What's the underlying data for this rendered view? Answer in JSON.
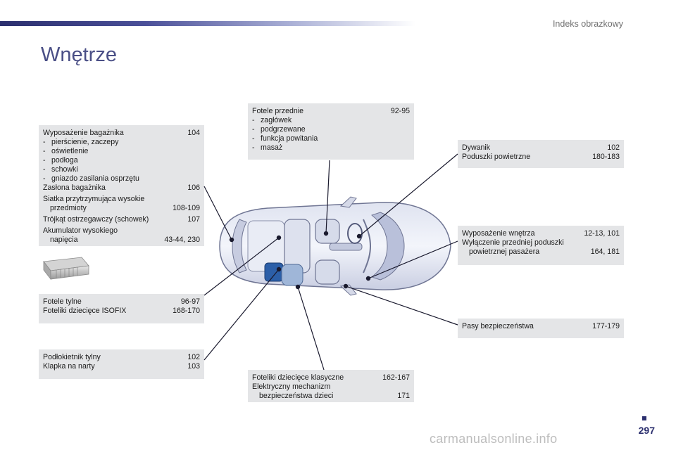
{
  "header": {
    "section_title": "Indeks obrazkowy"
  },
  "page_heading": "Wnętrze",
  "boxes": {
    "trunk": {
      "rows": [
        {
          "label": "Wyposażenie bagażnika",
          "page": "104"
        },
        {
          "label": "pierścienie, zaczepy"
        },
        {
          "label": "oświetlenie"
        },
        {
          "label": "podłoga"
        },
        {
          "label": "schowki"
        },
        {
          "label": "gniazdo zasilania osprzętu"
        },
        {
          "label": "Zasłona bagażnika",
          "page": "106"
        },
        {
          "label": "Siatka przytrzymująca wysokie"
        },
        {
          "label": "przedmioty",
          "page": "108-109"
        },
        {
          "label": "Trójkąt ostrzegawczy (schowek)",
          "page": "107"
        },
        {
          "label": "Akumulator wysokiego"
        },
        {
          "label": "napięcia",
          "page": "43-44, 230"
        }
      ],
      "dash": "-"
    },
    "rear_seats": {
      "rows": [
        {
          "label": "Fotele tylne",
          "page": "96-97"
        },
        {
          "label": "Foteliki dziecięce ISOFIX",
          "page": "168-170"
        }
      ]
    },
    "armrest": {
      "rows": [
        {
          "label": "Podłokietnik tylny",
          "page": "102"
        },
        {
          "label": "Klapka na narty",
          "page": "103"
        }
      ]
    },
    "front_seats": {
      "rows": [
        {
          "label": "Fotele przednie",
          "page": "92-95"
        },
        {
          "label": "zagłówek"
        },
        {
          "label": "podgrzewane"
        },
        {
          "label": "funkcja powitania"
        },
        {
          "label": "masaż"
        }
      ]
    },
    "mats": {
      "rows": [
        {
          "label": "Dywanik",
          "page": "102"
        },
        {
          "label": "Poduszki powietrzne",
          "page": "180-183"
        }
      ]
    },
    "interior": {
      "rows": [
        {
          "label": "Wyposażenie wnętrza",
          "page": "12-13, 101"
        },
        {
          "label": "Wyłączenie przedniej poduszki"
        },
        {
          "label": "powietrznej pasażera",
          "page": "164, 181"
        }
      ]
    },
    "belts": {
      "rows": [
        {
          "label": "Pasy bezpieczeństwa",
          "page": "177-179"
        }
      ]
    },
    "child_seats": {
      "rows": [
        {
          "label": "Foteliki dziecięce klasyczne",
          "page": "162-167"
        },
        {
          "label": "Elektryczny mechanizm"
        },
        {
          "label": "bezpieczeństwa dzieci",
          "page": "171"
        }
      ]
    }
  },
  "footer": {
    "page_number": "297",
    "watermark": "carmanualsonline.info"
  },
  "colors": {
    "accent": "#2b2f6e",
    "box_bg": "#e4e5e7",
    "heading": "#4a4f86"
  }
}
